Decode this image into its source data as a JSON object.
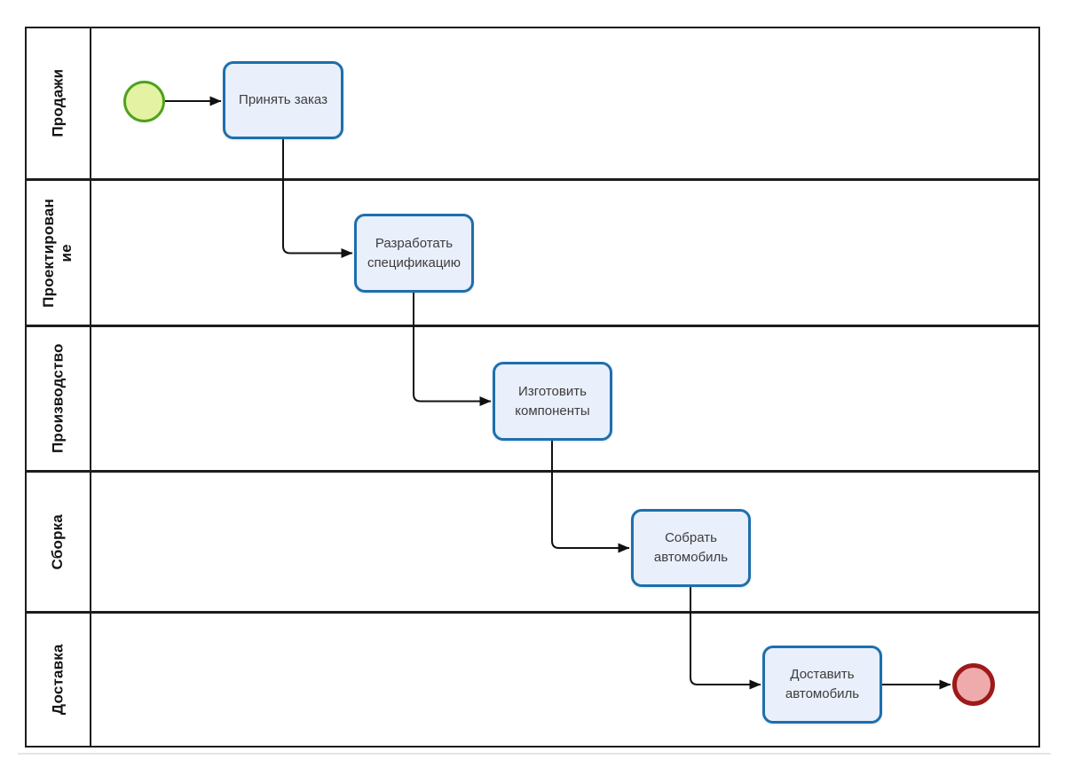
{
  "diagram": {
    "type": "bpmn-swimlane-process",
    "lanes": [
      {
        "label": "Продажи"
      },
      {
        "label": "Проектирован\nие"
      },
      {
        "label": "Производство"
      },
      {
        "label": "Сборка"
      },
      {
        "label": "Доставка"
      }
    ],
    "tasks": [
      {
        "label": "Принять заказ",
        "lane": "Продажи"
      },
      {
        "label": "Разработать спецификацию",
        "lane": "Проектирование"
      },
      {
        "label": "Изготовить компоненты",
        "lane": "Производство"
      },
      {
        "label": "Собрать автомобиль",
        "lane": "Сборка"
      },
      {
        "label": "Доставить автомобиль",
        "lane": "Доставка"
      }
    ],
    "events": [
      {
        "name": "start-event",
        "shape": "circle",
        "lane": "Продажи"
      },
      {
        "name": "end-event",
        "shape": "circle",
        "lane": "Доставка"
      }
    ],
    "flow": [
      {
        "from": "start-event",
        "to": "Принять заказ"
      },
      {
        "from": "Принять заказ",
        "to": "Разработать спецификацию"
      },
      {
        "from": "Разработать спецификацию",
        "to": "Изготовить компоненты"
      },
      {
        "from": "Изготовить компоненты",
        "to": "Собрать автомобиль"
      },
      {
        "from": "Собрать автомобиль",
        "to": "Доставить автомобиль"
      },
      {
        "from": "Доставить автомобиль",
        "to": "end-event"
      }
    ]
  },
  "colors": {
    "task_fill": "#e9effb",
    "task_border": "#1d6fad",
    "task_text": "#3d3d3d",
    "start_fill": "#e3f3a3",
    "start_border": "#4ea11d",
    "end_fill": "#efabab",
    "end_border": "#9e1919",
    "lane_line": "#1d1d1d",
    "lane_text": "#141414",
    "connector": "#111111",
    "shadow": "#e2e5ec"
  }
}
